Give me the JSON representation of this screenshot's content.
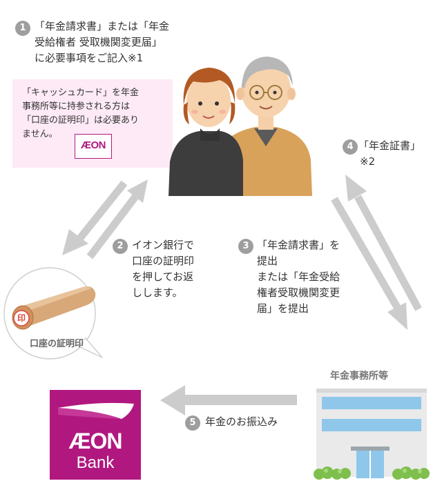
{
  "colors": {
    "accent": "#b0187f",
    "arrow": "#cccccc",
    "number_badge": "#9e9e9e",
    "note_bg": "#fdeaf6"
  },
  "step1": {
    "number": "1",
    "lines": [
      "「年金請求書」または「年金",
      "受給権者 受取機関変更届」",
      "に必要事項をご記入※1"
    ]
  },
  "note": {
    "lines": [
      "「キャッシュカード」を年金",
      "事務所等に持参される方は",
      "「口座の証明印」は必要あり",
      "ません。"
    ],
    "logo_text": "ÆON"
  },
  "step2": {
    "number": "2",
    "lines": [
      "イオン銀行で",
      "口座の証明印",
      "を押してお返",
      "しします。"
    ]
  },
  "step3": {
    "number": "3",
    "lines": [
      "「年金請求書」を",
      "提出",
      "または「年金受給",
      "権者受取機関変更",
      "届」を提出"
    ]
  },
  "step4": {
    "number": "4",
    "lines": [
      "「年金証書」",
      "※2"
    ]
  },
  "step5": {
    "number": "5",
    "label": "年金のお振込み"
  },
  "seal": {
    "stamp_char": "印",
    "label": "口座の証明印"
  },
  "office": {
    "label": "年金事務所等",
    "icon": "office-building-icon"
  },
  "bank": {
    "logo_text": "ÆON",
    "name": "Bank"
  },
  "illustration": {
    "icon": "elderly-couple-illustration"
  }
}
